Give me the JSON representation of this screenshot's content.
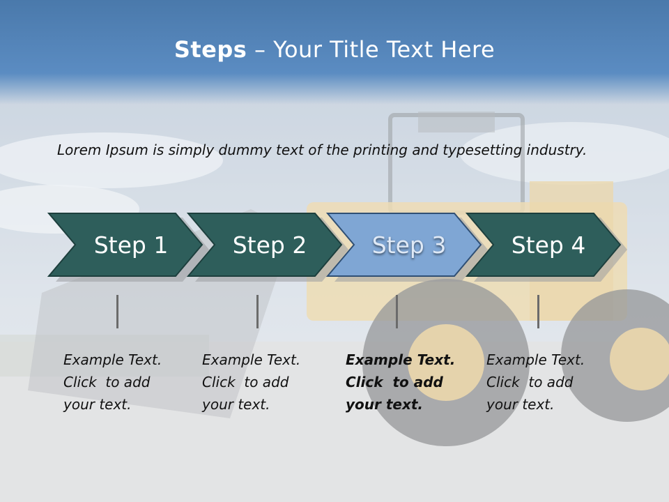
{
  "title": {
    "bold": "Steps",
    "rest": " – Your Title Text Here"
  },
  "intro": "Lorem Ipsum is simply dummy text of the printing and typesetting industry.",
  "steps": [
    {
      "label": "Step 1",
      "text": [
        "Example Text.",
        "Click  to add",
        "your text."
      ],
      "active": false
    },
    {
      "label": "Step 2",
      "text": [
        "Example Text.",
        "Click  to add",
        "your text."
      ],
      "active": false
    },
    {
      "label": "Step 3",
      "text": [
        "Example Text.",
        "Click  to add",
        "your text."
      ],
      "active": true
    },
    {
      "label": "Step 4",
      "text": [
        "Example Text.",
        "Click  to add",
        "your text."
      ],
      "active": false
    }
  ],
  "colors": {
    "step": "#2e5e5b",
    "step_active": "#7fa6d4",
    "title_band": "#4a79ab"
  }
}
